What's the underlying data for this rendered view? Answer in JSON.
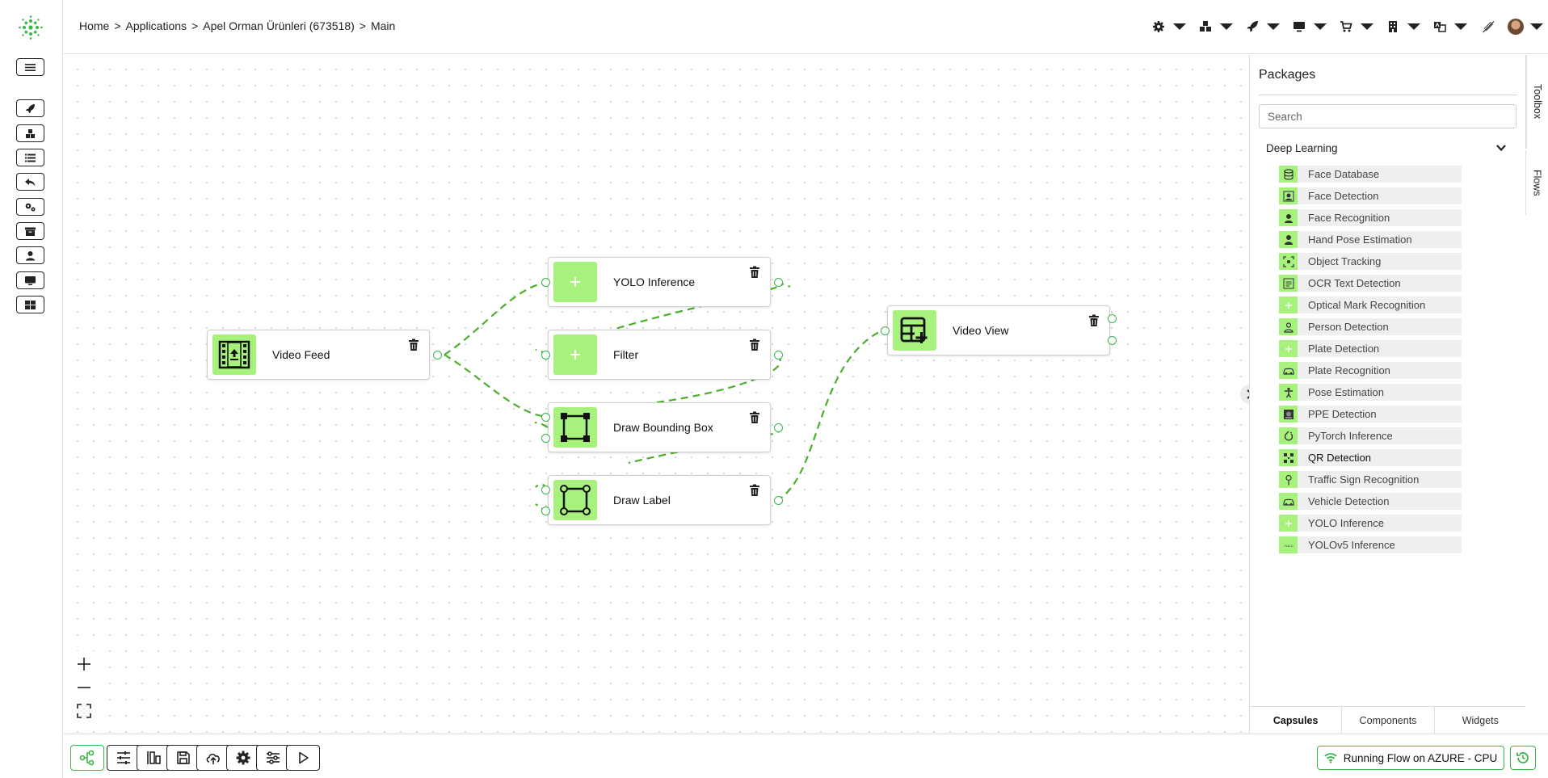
{
  "breadcrumb": [
    "Home",
    "Applications",
    "Apel Orman Ürünleri (673518)",
    "Main"
  ],
  "breadcrumb_sep": ">",
  "nodes": {
    "video_feed": "Video Feed",
    "yolo": "YOLO Inference",
    "filter": "Filter",
    "draw_bbox": "Draw Bounding Box",
    "draw_label": "Draw Label",
    "video_view": "Video View"
  },
  "packages": {
    "title": "Packages",
    "search_placeholder": "Search",
    "category": "Deep Learning",
    "items": [
      {
        "label": "Face Database",
        "icon": "database-icon"
      },
      {
        "label": "Face Detection",
        "icon": "face-scan-icon"
      },
      {
        "label": "Face Recognition",
        "icon": "face-recognition-icon"
      },
      {
        "label": "Hand Pose Estimation",
        "icon": "person-icon"
      },
      {
        "label": "Object Tracking",
        "icon": "tracking-icon"
      },
      {
        "label": "OCR Text Detection",
        "icon": "ocr-icon"
      },
      {
        "label": "Optical Mark Recognition",
        "icon": "plus-icon"
      },
      {
        "label": "Person Detection",
        "icon": "person-outline-icon"
      },
      {
        "label": "Plate Detection",
        "icon": "plus-icon"
      },
      {
        "label": "Plate Recognition",
        "icon": "car-icon"
      },
      {
        "label": "Pose Estimation",
        "icon": "pose-icon"
      },
      {
        "label": "PPE Detection",
        "icon": "ppe-icon"
      },
      {
        "label": "PyTorch Inference",
        "icon": "pytorch-icon"
      },
      {
        "label": "QR Detection",
        "icon": "qr-icon"
      },
      {
        "label": "Traffic Sign Recognition",
        "icon": "traffic-sign-icon"
      },
      {
        "label": "Vehicle Detection",
        "icon": "car-icon"
      },
      {
        "label": "YOLO Inference",
        "icon": "plus-icon"
      },
      {
        "label": "YOLOv5 Inference",
        "icon": "yolov5-icon"
      }
    ]
  },
  "tabs": [
    "Capsules",
    "Components",
    "Widgets"
  ],
  "vertical_tabs": [
    "Toolbox",
    "Flows"
  ],
  "run_status": "Running Flow on AZURE - CPU",
  "colors": {
    "accent": "#3bb54a",
    "node_icon_bg": "#a7f27c",
    "edge": "#4caf2a"
  }
}
